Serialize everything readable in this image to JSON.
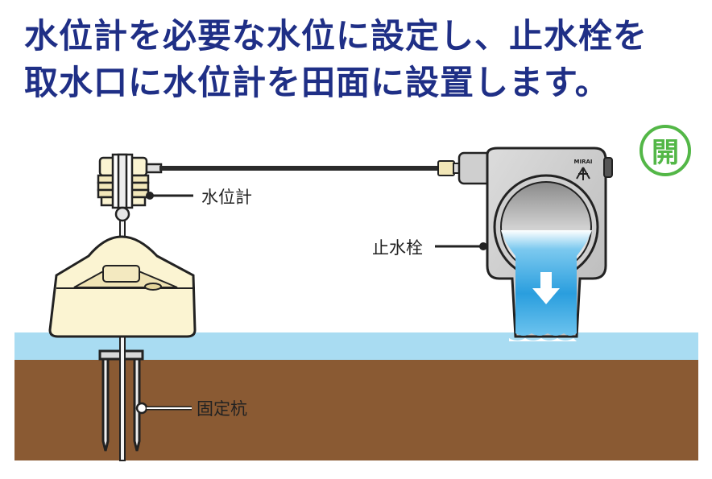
{
  "title": {
    "line1": "水位計を必要な水位に設定し、止水栓を",
    "line2": "取水口に水位計を田面に設置します。"
  },
  "badge": {
    "label": "開"
  },
  "labels": {
    "water_gauge": "水位計",
    "stop_valve": "止水栓",
    "stake": "固定杭"
  },
  "valve_logo": "MIRAI",
  "colors": {
    "title": "#1f2f86",
    "water": "#a9dcf2",
    "soil": "#8a5a33",
    "float": "#fbf4d2",
    "badge": "#53b747",
    "flow": "#2a9ede"
  }
}
